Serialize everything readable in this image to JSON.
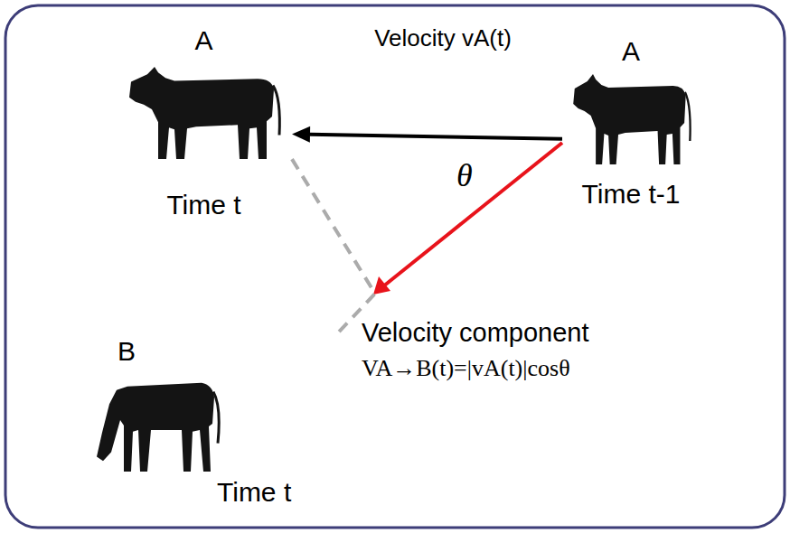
{
  "diagram": {
    "nodes": [
      {
        "text": [
          "A",
          "Time t"
        ]
      },
      {
        "text": [
          "A",
          "Time t-1"
        ]
      },
      {
        "text": [
          "B",
          "Time t"
        ]
      }
    ],
    "edges": [
      {
        "from": 1,
        "to": 0,
        "arrow": "to",
        "label": "Velocity vA(t)"
      },
      {
        "from": 0,
        "to": 2,
        "arrow": "none"
      }
    ],
    "labels": [
      "θ",
      "Velocity component",
      "VA→B(t)=|vA(t)|cosθ"
    ]
  }
}
